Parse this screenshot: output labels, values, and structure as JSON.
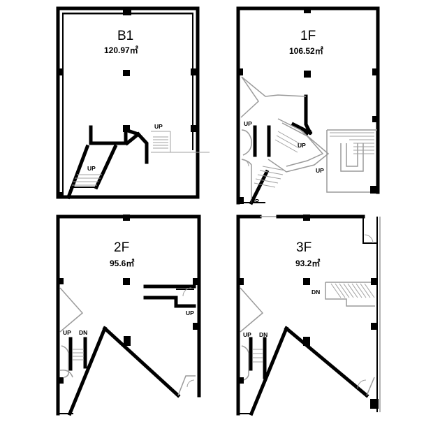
{
  "floors": [
    {
      "id": "b1",
      "name": "B1",
      "area": "120.97㎡",
      "stairs": [
        "UP",
        "UP"
      ]
    },
    {
      "id": "1f",
      "name": "1F",
      "area": "106.52㎡",
      "stairs": [
        "UP",
        "UP",
        "UP",
        "UP"
      ]
    },
    {
      "id": "2f",
      "name": "2F",
      "area": "95.6㎡",
      "stairs": [
        "UP",
        "UP",
        "DN"
      ]
    },
    {
      "id": "3f",
      "name": "3F",
      "area": "93.2㎡",
      "stairs": [
        "DN",
        "UP",
        "DN"
      ]
    }
  ]
}
